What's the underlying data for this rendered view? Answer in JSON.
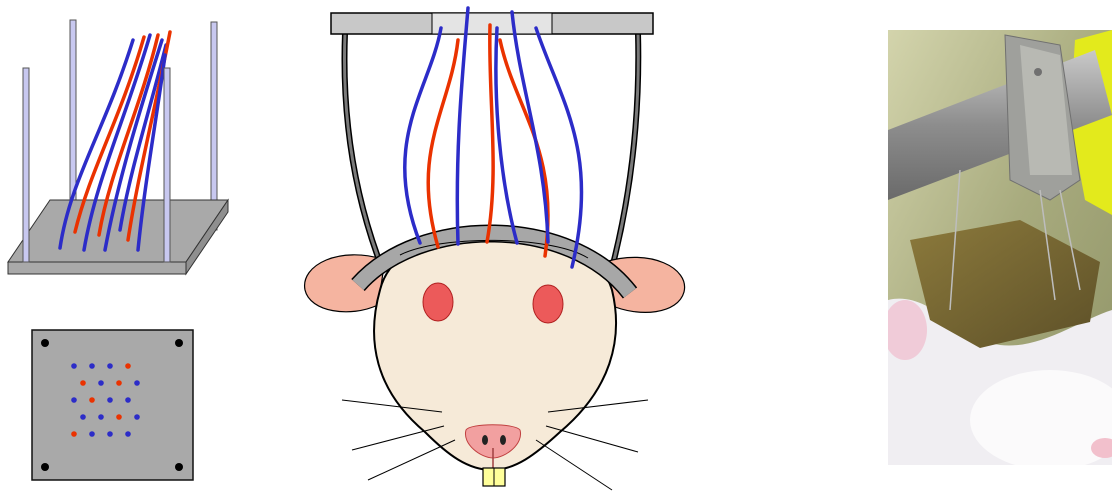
{
  "figure": {
    "panels": [
      {
        "id": "electrode-array-perspective"
      },
      {
        "id": "electrode-grid-topview"
      },
      {
        "id": "rat-head-implant-diagram"
      },
      {
        "id": "rat-implant-photo"
      }
    ]
  },
  "colors": {
    "wire_blue": "#2c2cc8",
    "wire_red": "#ea3200",
    "plate_gray": "#a9a9a9",
    "post_lavender": "#c8c8f0",
    "skin": "#f6ead8",
    "ear": "#f5b4a0",
    "eye": "#ec5a5a",
    "nose": "#f2a0a0",
    "teeth": "#ffff9a",
    "photo_bg": "#b7ba8a",
    "photo_metal": "#a4a4a0",
    "photo_wood": "#7a6a33",
    "photo_fur": "#f0eef2",
    "photo_yellow": "#e3ea1c"
  },
  "grid": {
    "rows": [
      [
        "blue",
        "blue",
        "blue",
        "red"
      ],
      [
        "red",
        "blue",
        "red",
        "blue"
      ],
      [
        "blue",
        "red",
        "blue",
        "blue"
      ],
      [
        "blue",
        "blue",
        "red",
        "blue"
      ],
      [
        "red",
        "blue",
        "blue",
        "blue"
      ]
    ]
  }
}
